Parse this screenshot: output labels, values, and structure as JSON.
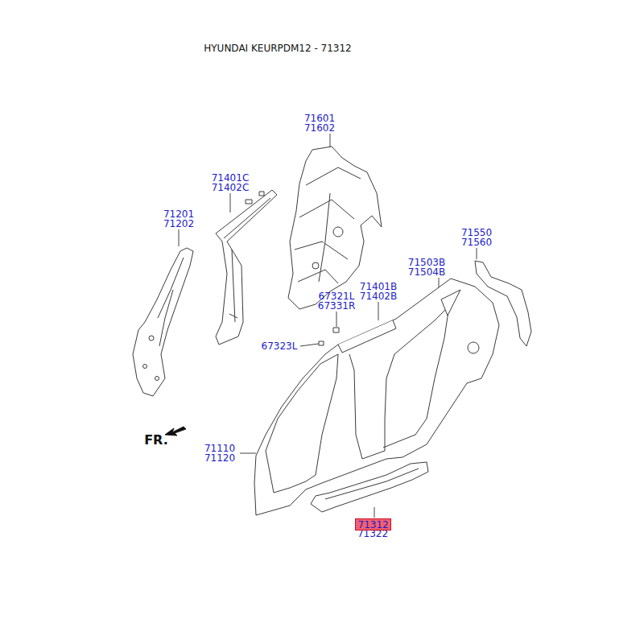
{
  "diagram": {
    "title": "HYUNDAI KEURPDM12 - 71312",
    "nodes": [
      {
        "text": [
          "71312"
        ]
      }
    ],
    "labels": [
      "71601",
      "71602",
      "71401C",
      "71402C",
      "71201",
      "71202",
      "71550",
      "71560",
      "71503B",
      "71504B",
      "71401B",
      "71402B",
      "67321L",
      "67331R",
      "67323L",
      "FR.",
      "71110",
      "71120",
      "71322"
    ]
  }
}
